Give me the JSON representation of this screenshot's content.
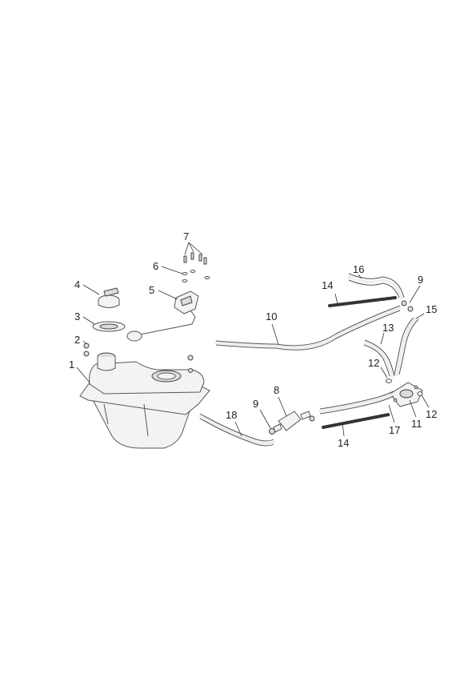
{
  "callouts": {
    "c1": "1",
    "c2": "2",
    "c3": "3",
    "c4": "4",
    "c5": "5",
    "c6": "6",
    "c7": "7",
    "c8": "8",
    "c9a": "9",
    "c9b": "9",
    "c10": "10",
    "c11": "11",
    "c12a": "12",
    "c12b": "12",
    "c13": "13",
    "c14a": "14",
    "c14b": "14",
    "c15": "15",
    "c16": "16",
    "c17": "17",
    "c18": "18"
  }
}
